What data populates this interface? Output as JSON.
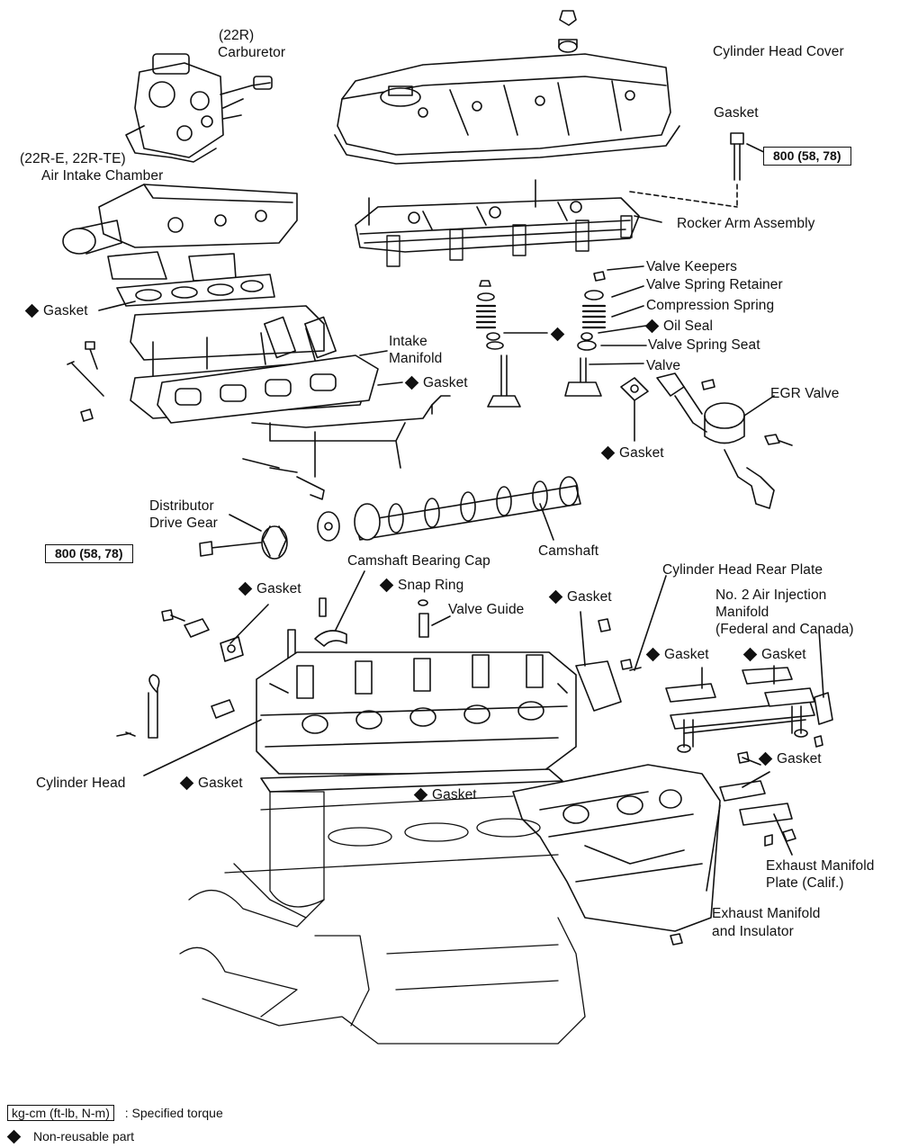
{
  "labels": {
    "carburetor_model": "(22R)",
    "carburetor": "Carburetor",
    "cylinder_head_cover": "Cylinder Head Cover",
    "cover_gasket": "Gasket",
    "torque_top": "800 (58, 78)",
    "air_intake_model": "(22R-E, 22R-TE)",
    "air_intake_chamber": "Air Intake Chamber",
    "rocker_arm_assembly": "Rocker Arm Assembly",
    "valve_keepers": "Valve Keepers",
    "valve_spring_retainer": "Valve Spring Retainer",
    "compression_spring": "Compression Spring",
    "oil_seal": "Oil Seal",
    "valve_spring_seat": "Valve Spring Seat",
    "valve": "Valve",
    "chamber_gasket": "Gasket",
    "intake_manifold_1": "Intake",
    "intake_manifold_2": "Manifold",
    "intake_gasket": "Gasket",
    "egr_valve": "EGR Valve",
    "egr_gasket": "Gasket",
    "distributor_drive_gear_1": "Distributor",
    "distributor_drive_gear_2": "Drive Gear",
    "torque_mid": "800 (58, 78)",
    "camshaft": "Camshaft",
    "camshaft_bearing_cap": "Camshaft Bearing Cap",
    "cylinder_head_rear_plate": "Cylinder Head Rear Plate",
    "plate_gasket_left": "Gasket",
    "snap_ring": "Snap Ring",
    "valve_guide": "Valve Guide",
    "rear_plate_gasket": "Gasket",
    "air_injection_1": "No. 2 Air Injection",
    "air_injection_2": "Manifold",
    "air_injection_3": "(Federal and Canada)",
    "air_inj_gasket_left": "Gasket",
    "air_inj_gasket_right": "Gasket",
    "exhaust_plate_gasket": "Gasket",
    "cylinder_head": "Cylinder Head",
    "head_gasket": "Gasket",
    "exhaust_gasket": "Gasket",
    "exhaust_plate_1": "Exhaust Manifold",
    "exhaust_plate_2": "Plate (Calif.)",
    "exhaust_insulator_1": "Exhaust Manifold",
    "exhaust_insulator_2": "and Insulator"
  },
  "legend": {
    "torque_unit": "kg-cm (ft-lb, N-m)",
    "torque_desc": ": Specified torque",
    "nonreusable_desc": "Non-reusable part"
  }
}
